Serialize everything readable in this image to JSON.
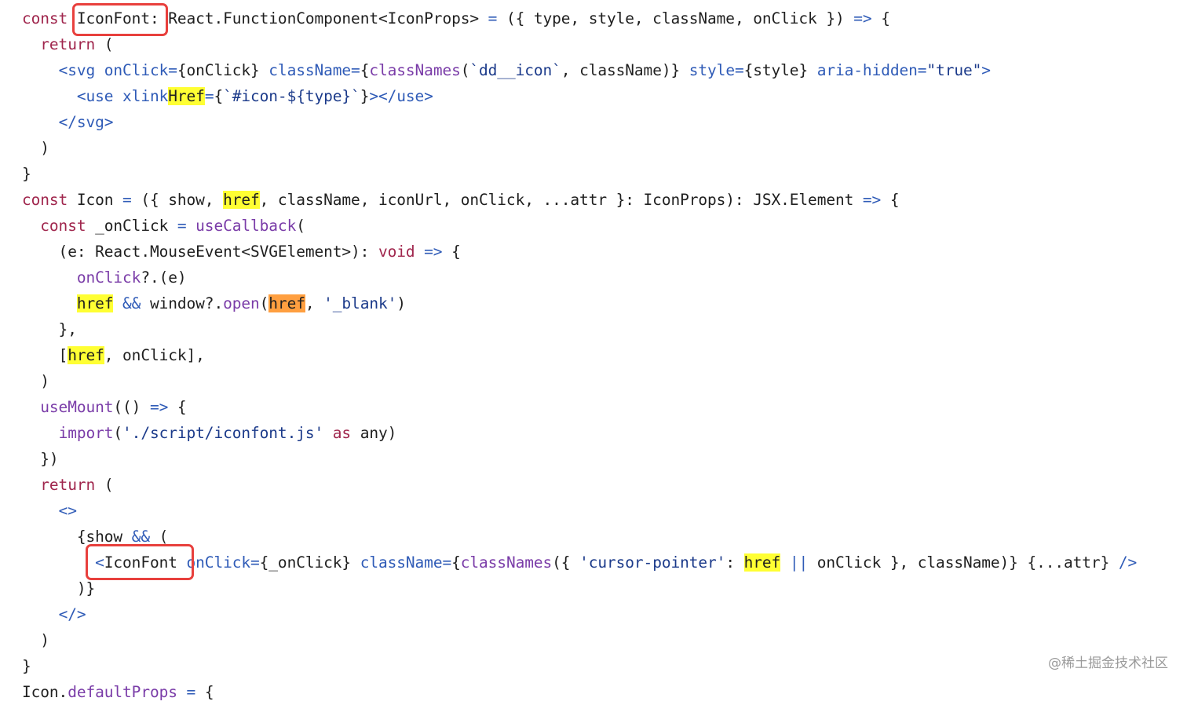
{
  "lines": [
    [
      [
        "kw",
        "const "
      ],
      [
        "p",
        "IconFont: "
      ],
      [
        "p",
        "React.FunctionComponent<IconProps> "
      ],
      [
        "tg",
        "= "
      ],
      [
        "p",
        "({ type, style, className, onClick }) "
      ],
      [
        "tg",
        "=> "
      ],
      [
        "p",
        "{"
      ]
    ],
    [
      [
        "p",
        "  "
      ],
      [
        "kw",
        "return "
      ],
      [
        "p",
        "("
      ]
    ],
    [
      [
        "p",
        "    "
      ],
      [
        "tg",
        "<svg onClick="
      ],
      [
        "p",
        "{onClick} "
      ],
      [
        "tg",
        "className="
      ],
      [
        "p",
        "{"
      ],
      [
        "fn",
        "classNames"
      ],
      [
        "p",
        "("
      ],
      [
        "str",
        "`dd__icon`"
      ],
      [
        "p",
        ", className)} "
      ],
      [
        "tg",
        "style="
      ],
      [
        "p",
        "{style} "
      ],
      [
        "tg",
        "aria-hidden="
      ],
      [
        "str",
        "\"true\""
      ],
      [
        "tg",
        ">"
      ]
    ],
    [
      [
        "p",
        "      "
      ],
      [
        "tg",
        "<use xlink"
      ],
      [
        "hl",
        "Href"
      ],
      [
        "tg",
        "="
      ],
      [
        "p",
        "{"
      ],
      [
        "str",
        "`#icon-${type}`"
      ],
      [
        "p",
        "}"
      ],
      [
        "tg",
        "></use>"
      ]
    ],
    [
      [
        "p",
        "    "
      ],
      [
        "tg",
        "</svg>"
      ]
    ],
    [
      [
        "p",
        "  )"
      ]
    ],
    [
      [
        "p",
        "}"
      ]
    ],
    [
      [
        "kw",
        "const "
      ],
      [
        "p",
        "Icon "
      ],
      [
        "tg",
        "= "
      ],
      [
        "p",
        "({ show, "
      ],
      [
        "hl",
        "href"
      ],
      [
        "p",
        ", className, iconUrl, onClick, ...attr }: IconProps): JSX.Element "
      ],
      [
        "tg",
        "=> "
      ],
      [
        "p",
        "{"
      ]
    ],
    [
      [
        "p",
        "  "
      ],
      [
        "kw",
        "const "
      ],
      [
        "p",
        "_onClick "
      ],
      [
        "tg",
        "= "
      ],
      [
        "fn",
        "useCallback"
      ],
      [
        "p",
        "("
      ]
    ],
    [
      [
        "p",
        "    (e: React.MouseEvent<SVGElement>): "
      ],
      [
        "kw",
        "void "
      ],
      [
        "tg",
        "=> "
      ],
      [
        "p",
        "{"
      ]
    ],
    [
      [
        "p",
        "      "
      ],
      [
        "fn",
        "onClick"
      ],
      [
        "p",
        "?.(e)"
      ]
    ],
    [
      [
        "p",
        "      "
      ],
      [
        "hl",
        "href"
      ],
      [
        "p",
        " "
      ],
      [
        "tg",
        "&& "
      ],
      [
        "p",
        "window?."
      ],
      [
        "fn",
        "open"
      ],
      [
        "p",
        "("
      ],
      [
        "hlo",
        "href"
      ],
      [
        "p",
        ", "
      ],
      [
        "str",
        "'_blank'"
      ],
      [
        "p",
        ")"
      ]
    ],
    [
      [
        "p",
        "    },"
      ]
    ],
    [
      [
        "p",
        "    ["
      ],
      [
        "hl",
        "href"
      ],
      [
        "p",
        ", onClick],"
      ]
    ],
    [
      [
        "p",
        "  )"
      ]
    ],
    [
      [
        "p",
        "  "
      ],
      [
        "fn",
        "useMount"
      ],
      [
        "p",
        "(() "
      ],
      [
        "tg",
        "=> "
      ],
      [
        "p",
        "{"
      ]
    ],
    [
      [
        "p",
        "    "
      ],
      [
        "fn",
        "import"
      ],
      [
        "p",
        "("
      ],
      [
        "str",
        "'./script/iconfont.js' "
      ],
      [
        "kw",
        "as "
      ],
      [
        "p",
        "any)"
      ]
    ],
    [
      [
        "p",
        "  })"
      ]
    ],
    [
      [
        "p",
        "  "
      ],
      [
        "kw",
        "return "
      ],
      [
        "p",
        "("
      ]
    ],
    [
      [
        "p",
        "    "
      ],
      [
        "tg",
        "<>"
      ]
    ],
    [
      [
        "p",
        "      {show "
      ],
      [
        "tg",
        "&& "
      ],
      [
        "p",
        "("
      ]
    ],
    [
      [
        "p",
        "        "
      ],
      [
        "tg",
        "<"
      ],
      [
        "p",
        "IconFont "
      ],
      [
        "tg",
        "onClick="
      ],
      [
        "p",
        "{_onClick} "
      ],
      [
        "tg",
        "className="
      ],
      [
        "p",
        "{"
      ],
      [
        "fn",
        "classNames"
      ],
      [
        "p",
        "({ "
      ],
      [
        "str",
        "'cursor-pointer'"
      ],
      [
        "p",
        ": "
      ],
      [
        "hl",
        "href"
      ],
      [
        "p",
        " "
      ],
      [
        "tg",
        "|| "
      ],
      [
        "p",
        "onClick }, className)} {...attr} "
      ],
      [
        "tg",
        "/>"
      ]
    ],
    [
      [
        "p",
        "      )}"
      ]
    ],
    [
      [
        "p",
        "    "
      ],
      [
        "tg",
        "</>"
      ]
    ],
    [
      [
        "p",
        "  )"
      ]
    ],
    [
      [
        "p",
        "}"
      ]
    ],
    [
      [
        "p",
        "Icon."
      ],
      [
        "fn",
        "defaultProps "
      ],
      [
        "tg",
        "= "
      ],
      [
        "p",
        "{"
      ]
    ]
  ],
  "watermark": "@稀土掘金技术社区"
}
